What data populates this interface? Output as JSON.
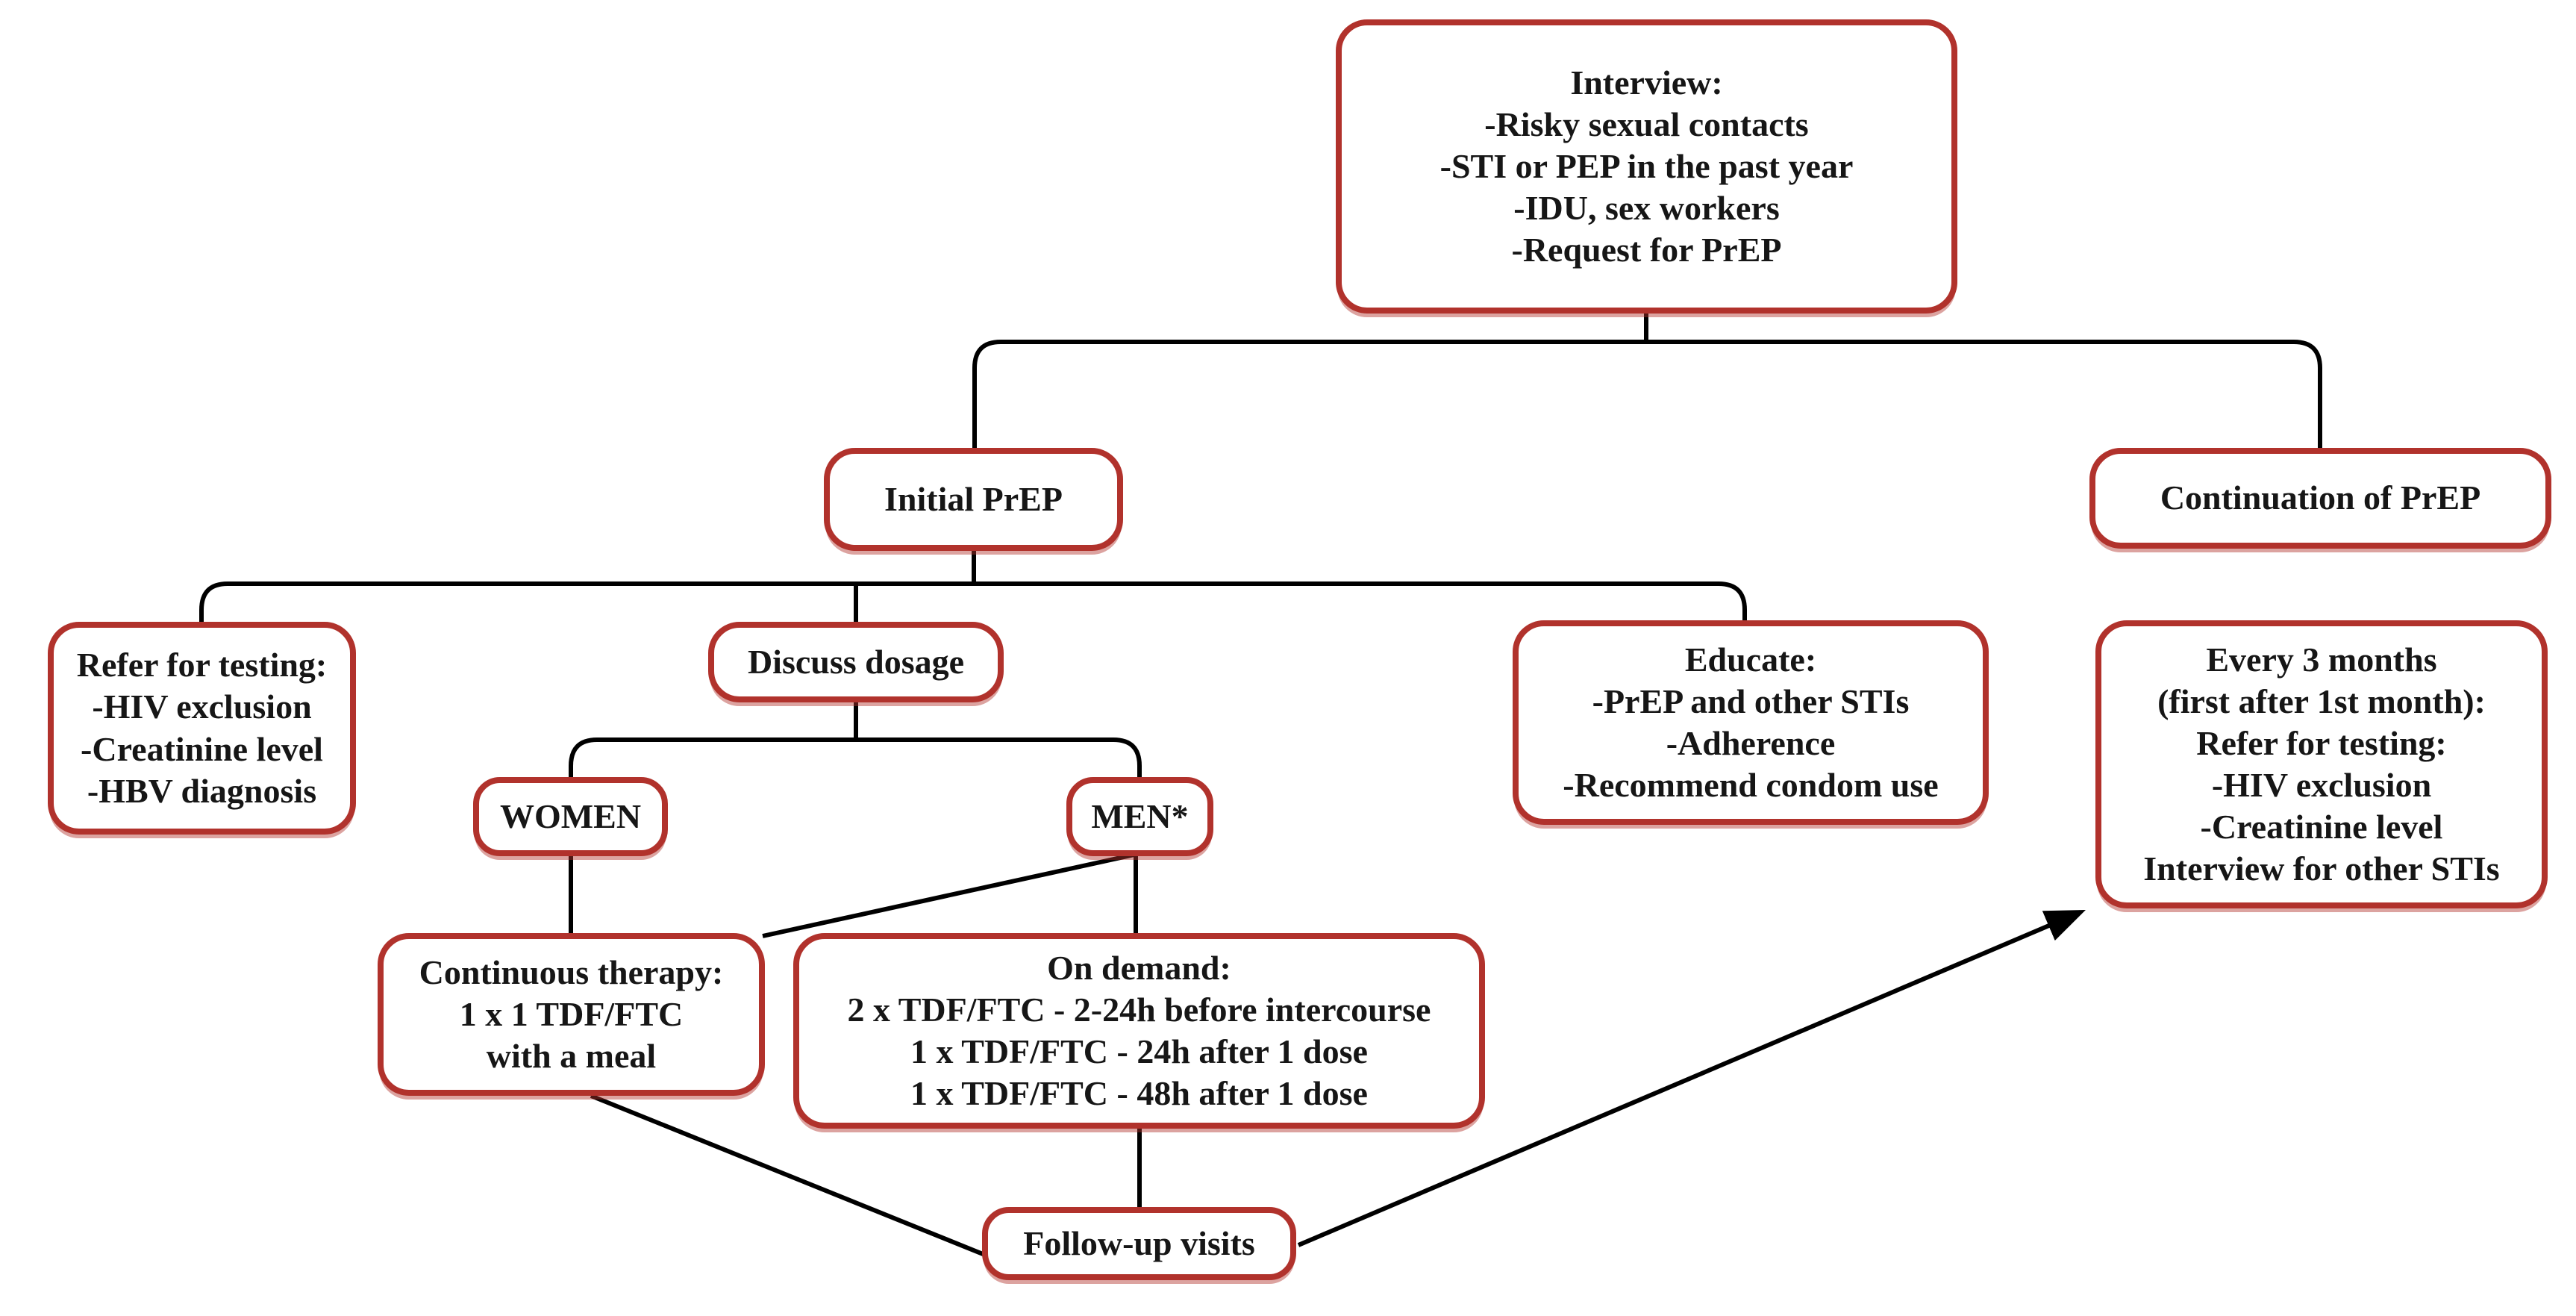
{
  "diagram": {
    "type": "flowchart",
    "colors": {
      "box_border": "#b1322c",
      "box_fill": "#ffffff",
      "text": "#161616",
      "connector": "#000000",
      "background": "#ffffff"
    },
    "nodes": {
      "interview": {
        "lines": [
          "Interview:",
          "-Risky sexual contacts",
          "-STI or PEP in the past year",
          "-IDU, sex workers",
          "-Request for PrEP"
        ]
      },
      "initial_prep": {
        "lines": [
          "Initial PrEP"
        ]
      },
      "continuation_prep": {
        "lines": [
          "Continuation of PrEP"
        ]
      },
      "refer_testing": {
        "lines": [
          "Refer for testing:",
          "-HIV exclusion",
          "-Creatinine level",
          "-HBV diagnosis"
        ]
      },
      "discuss_dosage": {
        "lines": [
          "Discuss dosage"
        ]
      },
      "educate": {
        "lines": [
          "Educate:",
          "-PrEP and other STIs",
          "-Adherence",
          "-Recommend condom use"
        ]
      },
      "every_3_months": {
        "lines": [
          "Every 3 months",
          "(first after 1st month):",
          "Refer for testing:",
          "-HIV exclusion",
          "-Creatinine level",
          "Interview for other STIs"
        ]
      },
      "women": {
        "lines": [
          "WOMEN"
        ]
      },
      "men": {
        "lines": [
          "MEN*"
        ]
      },
      "continuous_therapy": {
        "lines": [
          "Continuous therapy:",
          "1 x 1 TDF/FTC",
          "with a meal"
        ]
      },
      "on_demand": {
        "lines": [
          "On demand:",
          "2 x TDF/FTC - 2-24h before intercourse",
          "1 x TDF/FTC - 24h after 1 dose",
          "1 x TDF/FTC - 48h after 1 dose"
        ]
      },
      "follow_up": {
        "lines": [
          "Follow-up visits"
        ]
      }
    },
    "edges": [
      {
        "from": "interview",
        "to": "initial_prep"
      },
      {
        "from": "interview",
        "to": "continuation_prep"
      },
      {
        "from": "initial_prep",
        "to": "refer_testing"
      },
      {
        "from": "initial_prep",
        "to": "discuss_dosage"
      },
      {
        "from": "initial_prep",
        "to": "educate"
      },
      {
        "from": "continuation_prep",
        "to": "every_3_months"
      },
      {
        "from": "discuss_dosage",
        "to": "women"
      },
      {
        "from": "discuss_dosage",
        "to": "men"
      },
      {
        "from": "women",
        "to": "continuous_therapy"
      },
      {
        "from": "men",
        "to": "continuous_therapy"
      },
      {
        "from": "men",
        "to": "on_demand"
      },
      {
        "from": "continuous_therapy",
        "to": "follow_up"
      },
      {
        "from": "on_demand",
        "to": "follow_up"
      },
      {
        "from": "follow_up",
        "to": "every_3_months",
        "arrow": true
      }
    ]
  }
}
